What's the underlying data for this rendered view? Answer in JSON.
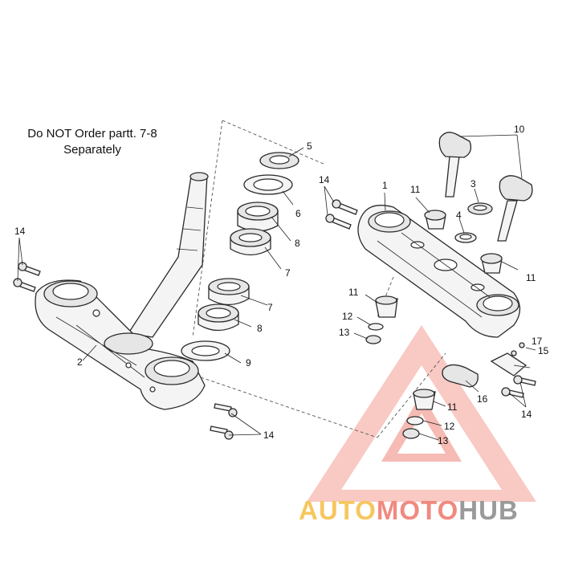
{
  "note": {
    "line1": "Do NOT Order partt. 7-8",
    "line2": "Separately"
  },
  "callouts": {
    "c1": "1",
    "c2": "2",
    "c3": "3",
    "c4": "4",
    "c5": "5",
    "c6": "6",
    "c7a": "7",
    "c7b": "7",
    "c8a": "8",
    "c8b": "8",
    "c9": "9",
    "c10": "10",
    "c11a": "11",
    "c11b": "11",
    "c11c": "11",
    "c11d": "11",
    "c12a": "12",
    "c12b": "12",
    "c13a": "13",
    "c13b": "13",
    "c14a": "14",
    "c14b": "14",
    "c14c": "14",
    "c14d": "14",
    "c15": "15",
    "c16": "16",
    "c17": "17"
  },
  "watermark": {
    "part1": "AUTO",
    "part2": "MOTO",
    "part3": "HUB",
    "colors": {
      "auto": "#f6c75f",
      "moto": "#f08a80",
      "hub": "#9a9a9a",
      "triangle": "#f08a80"
    }
  }
}
